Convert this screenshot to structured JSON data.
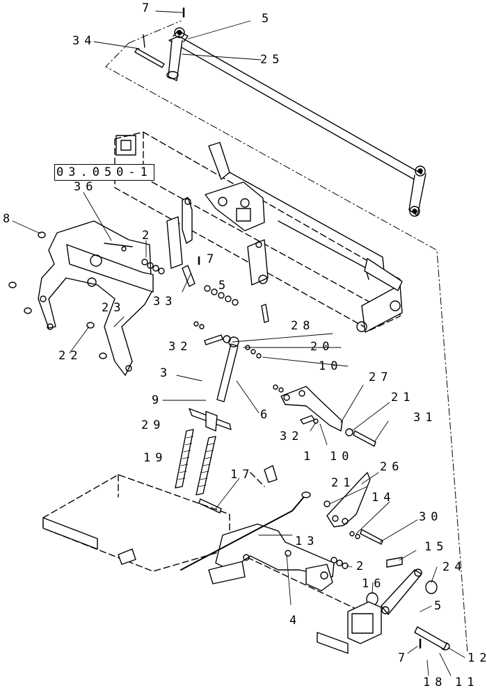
{
  "figure": {
    "reference_box": "03.050-1",
    "callouts": [
      "7",
      "5",
      "34",
      "25",
      "36",
      "8",
      "2",
      "7",
      "33",
      "5",
      "23",
      "22",
      "28",
      "32",
      "20",
      "10",
      "3",
      "6",
      "9",
      "27",
      "21",
      "31",
      "29",
      "32",
      "1",
      "10",
      "19",
      "26",
      "17",
      "21",
      "14",
      "30",
      "13",
      "15",
      "2",
      "24",
      "16",
      "5",
      "4",
      "7",
      "12",
      "18",
      "11"
    ]
  }
}
